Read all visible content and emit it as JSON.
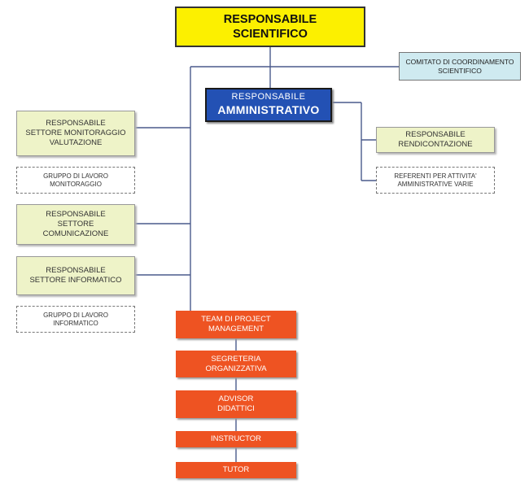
{
  "responsabile_scientifico": [
    "RESPONSABILE",
    "SCIENTIFICO"
  ],
  "comitato": [
    "COMITATO DI COORDINAMENTO",
    "SCIENTIFICO"
  ],
  "responsabile_amministrativo": [
    "RESPONSABILE",
    "AMMINISTRATIVO"
  ],
  "left_nodes": {
    "monitoraggio": [
      "RESPONSABILE",
      "SETTORE MONITORAGGIO",
      "VALUTAZIONE"
    ],
    "gruppo_monitoraggio": [
      "GRUPPO DI LAVORO",
      "MONITORAGGIO"
    ],
    "comunicazione": [
      "RESPONSABILE",
      "SETTORE",
      "COMUNICAZIONE"
    ],
    "informatico": [
      "RESPONSABILE",
      "SETTORE INFORMATICO"
    ],
    "gruppo_informatico": [
      "GRUPPO DI LAVORO",
      "INFORMATICO"
    ]
  },
  "right_nodes": {
    "rendicontazione": [
      "RESPONSABILE",
      "RENDICONTAZIONE"
    ],
    "referenti": [
      "REFERENTI PER ATTIVITA'",
      "AMMINISTRATIVE VARIE"
    ]
  },
  "chain": {
    "team": [
      "TEAM DI PROJECT",
      "MANAGEMENT"
    ],
    "segreteria": [
      "SEGRETERIA",
      "ORGANIZZATIVA"
    ],
    "advisor": [
      "ADVISOR",
      "DIDATTICI"
    ],
    "instructor": [
      "INSTRUCTOR"
    ],
    "tutor": [
      "TUTOR"
    ]
  },
  "colors": {
    "scientific": "#fcf000",
    "administrative": "#2351b4",
    "committee": "#cfeaf0",
    "sector": "#eef3c8",
    "team": "#ee5322",
    "connector": "#4a5a8c"
  }
}
